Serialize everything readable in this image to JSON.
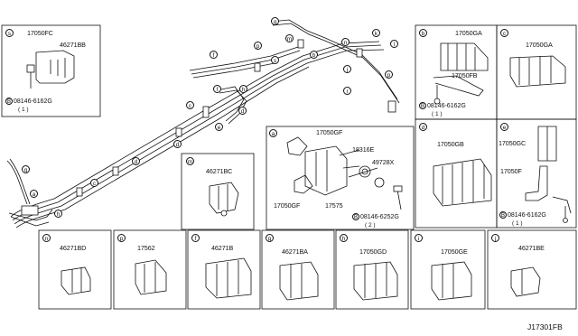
{
  "panels": {
    "s": {
      "tag": "s",
      "part": "17050FC",
      "part2": "46271BB",
      "bolt_prefix": "B",
      "bolt": "08146-6162G",
      "qty": "( 1 )"
    },
    "b": {
      "tag": "b",
      "part": "17050GA",
      "part2": "17050FB",
      "bolt_prefix": "B",
      "bolt": "08146-6162G",
      "qty": "( 1 )"
    },
    "c": {
      "tag": "c",
      "part": "17050GA"
    },
    "a": {
      "tag": "a",
      "part": "17050GF",
      "part2": "18316E",
      "part3": "49728X",
      "part4": "17575",
      "part5": "17050GF",
      "bolt_prefix": "B",
      "bolt": "08146-6252G",
      "qty": "( 2 )"
    },
    "d": {
      "tag": "d",
      "part": "17050GB"
    },
    "e": {
      "tag": "e",
      "part": "17050GC",
      "part2": "17050F",
      "bolt_prefix": "B",
      "bolt": "08146-6162G",
      "qty": "( 1 )"
    },
    "m": {
      "tag": "m",
      "part": "46271BC"
    },
    "n": {
      "tag": "n",
      "part": "46271BD"
    },
    "p": {
      "tag": "p",
      "part": "17562"
    },
    "f": {
      "tag": "f",
      "part": "46271B"
    },
    "g": {
      "tag": "g",
      "part": "46271BA"
    },
    "h": {
      "tag": "h",
      "part": "17050GD"
    },
    "i": {
      "tag": "i",
      "part": "17050GE"
    },
    "j": {
      "tag": "j",
      "part": "46271BE"
    }
  },
  "callouts": [
    "a",
    "b",
    "c",
    "d",
    "e",
    "f",
    "g",
    "h",
    "i",
    "j",
    "k",
    "l",
    "m",
    "n",
    "p",
    "r",
    "s"
  ],
  "main": {
    "c1": "q",
    "c2": "p",
    "c3": "m",
    "c4": "n",
    "c5": "k",
    "c6": "l",
    "c7": "f",
    "c8": "s",
    "c9": "b",
    "c10": "j",
    "c11": "r",
    "c12": "p",
    "c13": "h",
    "c14": "i",
    "c15": "k",
    "c16": "f",
    "c17": "c",
    "c18": "g",
    "c19": "d",
    "c20": "e",
    "c21": "d",
    "c22": "c",
    "c23": "c",
    "c24": "a",
    "c25": "h",
    "c26": "g"
  },
  "diagram_code": "J17301FB"
}
